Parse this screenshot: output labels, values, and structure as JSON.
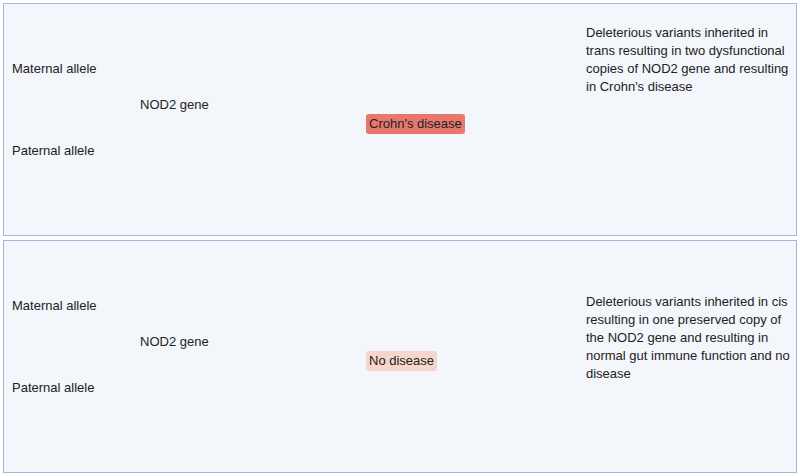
{
  "diagram": {
    "nodes": [
      {
        "text": [
          "Deleterious variants inherited in trans resulting in two dysfunctional copies of NOD2 gene and resulting in Crohn's disease"
        ]
      },
      {
        "text": [
          "Maternal allele",
          "NOD2 gene"
        ],
        "in": 0
      },
      {
        "text": [
          "Paternal allele"
        ],
        "in": 0
      },
      {
        "text": [
          "Crohn's disease"
        ],
        "in": 0
      },
      {
        "text": [
          "Deleterious variants inherited in cis resulting in one preserved copy of the NOD2 gene and resulting in normal gut immune function and no disease"
        ]
      },
      {
        "text": [
          "Maternal allele",
          "NOD2 gene"
        ],
        "in": 4
      },
      {
        "text": [
          "Paternal allele"
        ],
        "in": 4
      },
      {
        "text": [
          "No disease"
        ],
        "in": 4
      }
    ],
    "edges": [
      {
        "from": 1,
        "to": 3,
        "arrow": "to"
      },
      {
        "from": 2,
        "to": 3,
        "arrow": "to"
      },
      {
        "from": 5,
        "to": 7,
        "arrow": "to"
      },
      {
        "from": 6,
        "to": 7,
        "arrow": "to"
      }
    ]
  }
}
